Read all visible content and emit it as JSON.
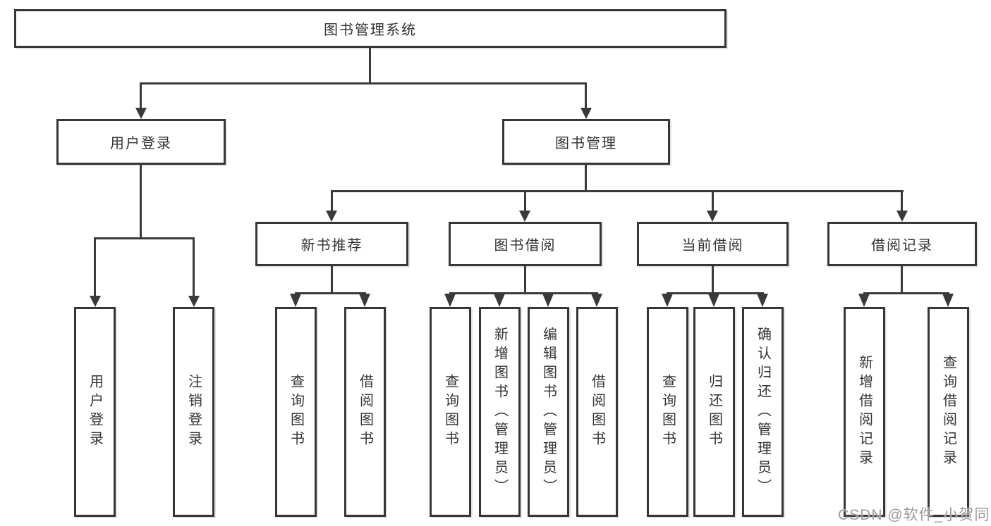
{
  "tree": {
    "root": "图书管理系统",
    "children": [
      {
        "label": "用户登录",
        "children": [
          "用户登录",
          "注销登录"
        ]
      },
      {
        "label": "图书管理",
        "children": [
          {
            "label": "新书推荐",
            "children": [
              "查询图书",
              "借阅图书"
            ]
          },
          {
            "label": "图书借阅",
            "children": [
              "查询图书",
              "新增图书（管理员）",
              "编辑图书（管理员）",
              "借阅图书"
            ]
          },
          {
            "label": "当前借阅",
            "children": [
              "查询图书",
              "归还图书",
              "确认归还（管理员）"
            ]
          },
          {
            "label": "借阅记录",
            "children": [
              "新增借阅记录",
              "查询借阅记录"
            ]
          }
        ]
      }
    ]
  },
  "watermark": {
    "text": "CSDN @软件_小贺同学"
  },
  "colors": {
    "line": "#3a3a3a",
    "box_border": "#363636",
    "text": "#333333",
    "watermark": "#9a9a9a",
    "background": "#ffffff"
  }
}
